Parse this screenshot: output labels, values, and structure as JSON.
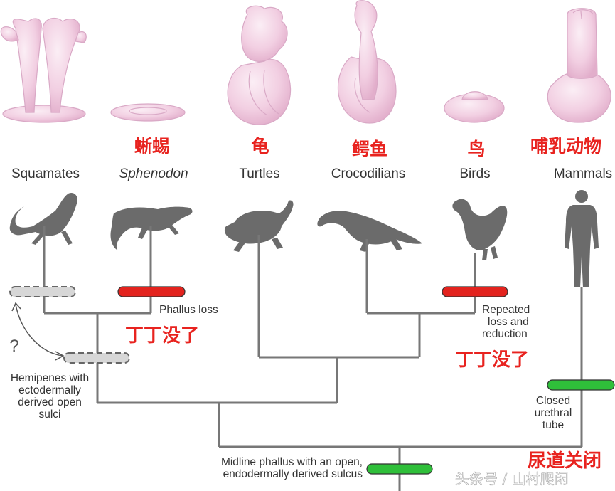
{
  "taxa": [
    {
      "key": "squamates",
      "name": "Squamates",
      "italic": false,
      "cn": ""
    },
    {
      "key": "sphenodon",
      "name": "Sphenodon",
      "italic": true,
      "cn": "蜥蜴"
    },
    {
      "key": "turtles",
      "name": "Turtles",
      "italic": false,
      "cn": "龟"
    },
    {
      "key": "crocodilians",
      "name": "Crocodilians",
      "italic": false,
      "cn": "鳄鱼"
    },
    {
      "key": "birds",
      "name": "Birds",
      "italic": false,
      "cn": "鸟"
    },
    {
      "key": "mammals",
      "name": "Mammals",
      "italic": false,
      "cn": "哺乳动物"
    }
  ],
  "annotations": {
    "phallus_loss": "Phallus loss",
    "repeated_loss": [
      "Repeated",
      "loss and",
      "reduction"
    ],
    "hemipenes": [
      "Hemipenes with",
      "ectodermally",
      "derived open",
      "sulci"
    ],
    "closed_urethral": [
      "Closed",
      "urethral",
      "tube"
    ],
    "midline": [
      "Midline phallus with an open,",
      "endodermally derived sulcus"
    ],
    "question": "?",
    "cn_loss_1": "丁丁没了",
    "cn_loss_2": "丁丁没了",
    "cn_urethra": "尿道关闭"
  },
  "watermark": "头条号 / 山村爬闲",
  "colors": {
    "red_text": "#e8231f",
    "red_bar": "#e3231e",
    "green_bar": "#2fbf3a",
    "tree": "#777777",
    "silhouette": "#6b6b6b",
    "phallus_fill": "#f0cde0",
    "phallus_stroke": "#d9a9c6",
    "dashed_fill": "#d7d7d7"
  }
}
